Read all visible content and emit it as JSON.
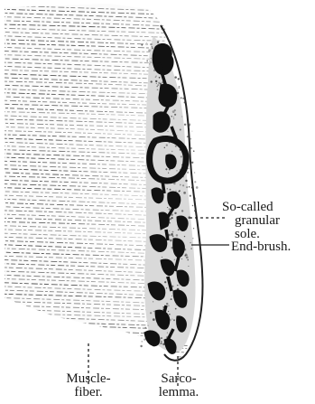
{
  "labels": {
    "granular_sole": [
      "So-called",
      "granular",
      "sole."
    ],
    "end_brush": "End-brush.",
    "muscle_fiber": [
      "Muscle-",
      "fiber."
    ],
    "sarcolemma": [
      "Sarco-",
      "lemma."
    ]
  }
}
